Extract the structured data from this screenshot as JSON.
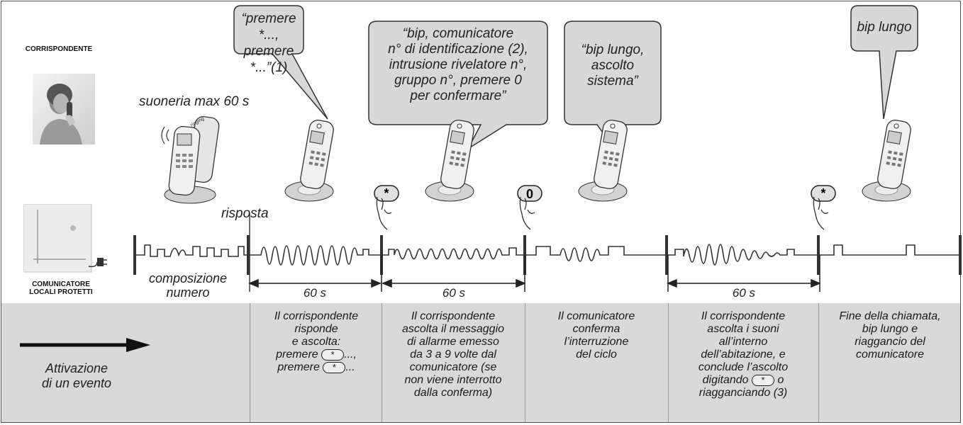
{
  "labels": {
    "corrispondente": "CORRISPONDENTE",
    "comunicatore_line1": "COMUNICATORE",
    "comunicatore_line2": "LOCALI PROTETTI",
    "suoneria": "suoneria max 60 s",
    "risposta": "risposta",
    "composizione_line1": "composizione",
    "composizione_line2": "numero",
    "ringing": "ringing"
  },
  "bubbles": [
    {
      "lines": [
        "“premere *...,",
        "premere *...”(1)"
      ]
    },
    {
      "lines": [
        "“bip, comunicatore",
        "n° di identificazione (2),",
        "intrusione rivelatore n°,",
        "gruppo n°, premere 0",
        "per confermare”"
      ]
    },
    {
      "lines": [
        "“bip lungo,",
        "ascolto",
        "sistema”"
      ]
    },
    {
      "lines": [
        "bip lungo"
      ]
    }
  ],
  "durations": [
    "60 s",
    "60 s",
    "60 s"
  ],
  "keypress": [
    "*",
    "0",
    "*"
  ],
  "activation": {
    "line1": "Attivazione",
    "line2": "di un evento"
  },
  "steps": [
    {
      "pre": [
        "Il corrispondente",
        "risponde",
        "e ascolta:"
      ],
      "key_lines": [
        {
          "before": "premere",
          "key": "*",
          "after": "...,"
        },
        {
          "before": "premere",
          "key": "*",
          "after": "..."
        }
      ],
      "post": []
    },
    {
      "pre": [
        "Il corrispondente",
        "ascolta il messaggio",
        "di allarme emesso",
        "da 3 a 9 volte dal",
        "comunicatore (se",
        "non viene interrotto",
        "dalla conferma)"
      ],
      "key_lines": [],
      "post": []
    },
    {
      "pre": [
        "Il comunicatore",
        "conferma",
        "l’interruzione",
        "del ciclo"
      ],
      "key_lines": [],
      "post": []
    },
    {
      "pre": [
        "Il corrispondente",
        "ascolta i suoni",
        "all’interno",
        "dell’abitazione, e",
        "conclude l’ascolto"
      ],
      "key_lines": [
        {
          "before": "digitando",
          "key": "*",
          "after": "o"
        }
      ],
      "post": [
        "riagganciando (3)"
      ]
    },
    {
      "pre": [
        "Fine della chiamata,",
        "bip lungo e",
        "riaggancio del",
        "comunicatore"
      ],
      "key_lines": [],
      "post": []
    }
  ]
}
